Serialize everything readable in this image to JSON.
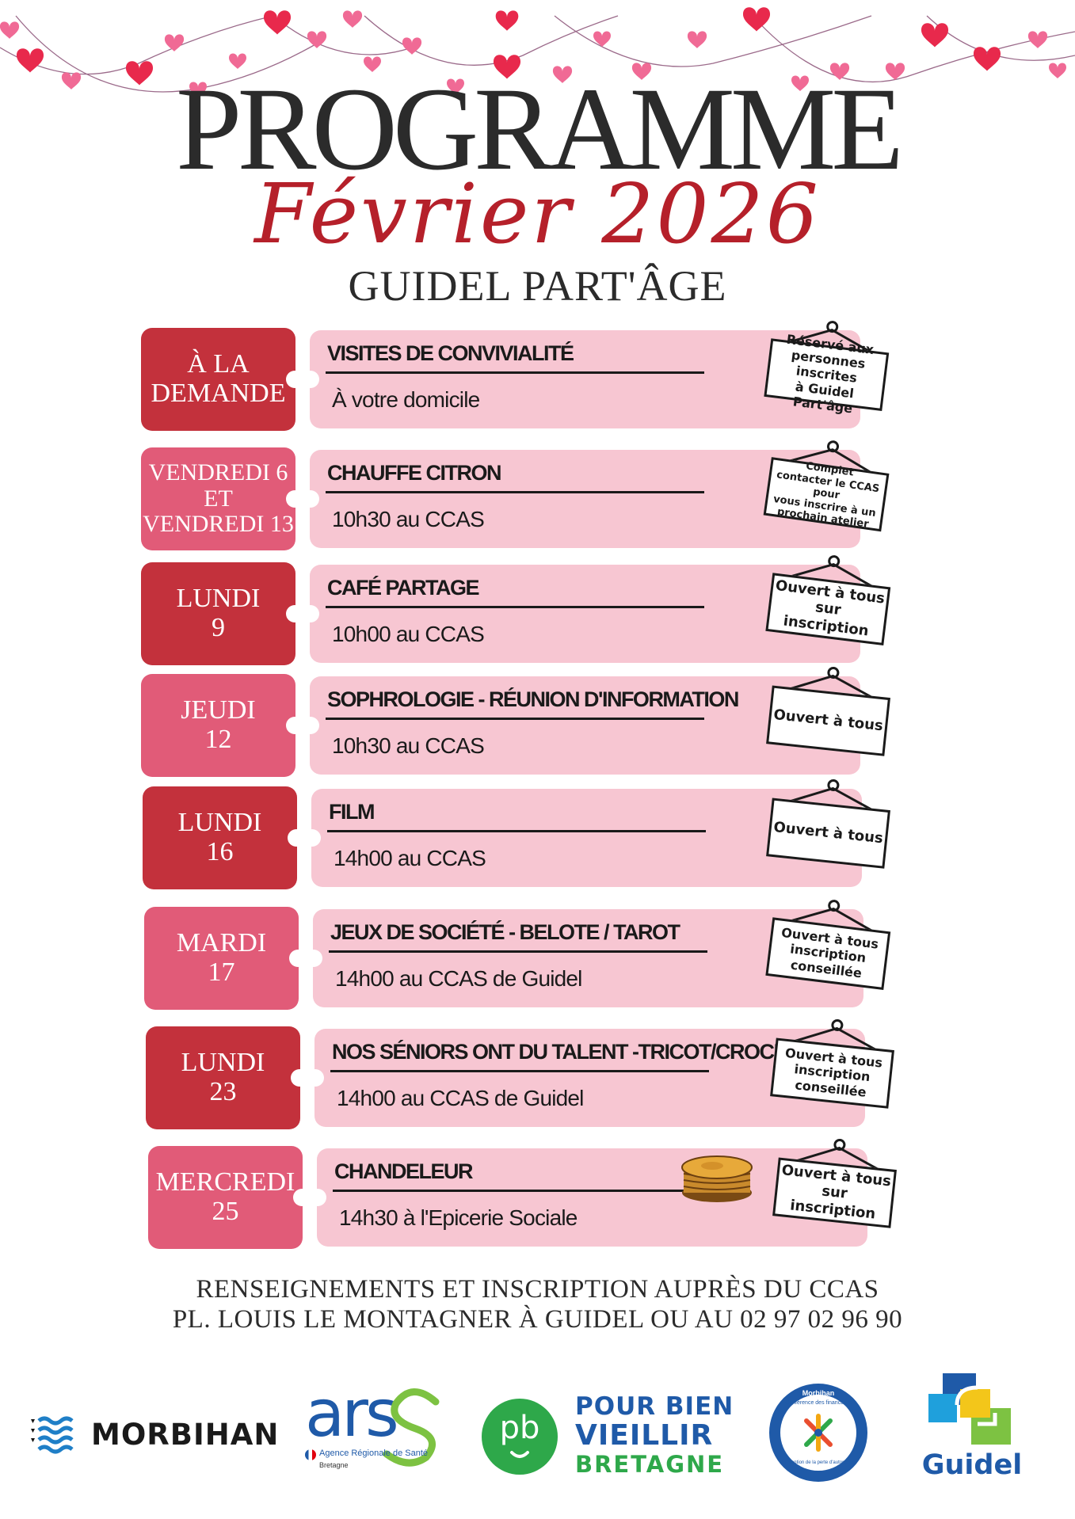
{
  "header": {
    "title": "PROGRAMME",
    "month": "Février 2026",
    "organizer": "GUIDEL PART'ÂGE"
  },
  "colors": {
    "dark_red": "#c3313c",
    "pink": "#e15b78",
    "light_pink": "#f7c6d2",
    "script_red": "#b5202a"
  },
  "events": [
    {
      "date": "À LA\nDEMANDE",
      "title": "VISITES DE CONVIVIALITÉ",
      "when": "À votre domicile",
      "badge": "Réservé aux\npersonnes inscrites\nà Guidel Part'âge"
    },
    {
      "date": "VENDREDI 6\nET\nVENDREDI 13",
      "title": "CHAUFFE CITRON",
      "when": "10h30 au CCAS",
      "badge": "Complet\ncontacter le CCAS pour\nvous inscrire à un\nprochain atelier"
    },
    {
      "date": "LUNDI\n9",
      "title": "CAFÉ PARTAGE",
      "when": "10h00 au CCAS",
      "badge": "Ouvert à tous\nsur inscription"
    },
    {
      "date": "JEUDI\n12",
      "title": "SOPHROLOGIE - RÉUNION D'INFORMATION",
      "when": "10h30 au CCAS",
      "badge": "Ouvert à tous"
    },
    {
      "date": "LUNDI\n16",
      "title": "FILM",
      "when": "14h00 au CCAS",
      "badge": "Ouvert à tous"
    },
    {
      "date": "MARDI\n17",
      "title": "JEUX DE SOCIÉTÉ - BELOTE / TAROT",
      "when": "14h00 au CCAS de Guidel",
      "badge": "Ouvert à tous\ninscription\nconseillée"
    },
    {
      "date": "LUNDI\n23",
      "title": "NOS SÉNIORS ONT DU TALENT -TRICOT/CROCHET",
      "when": "14h00 au CCAS de Guidel",
      "badge": "Ouvert à tous\ninscription\nconseillée"
    },
    {
      "date": "MERCREDI\n25",
      "title": "CHANDELEUR",
      "when": "14h30 à l'Epicerie Sociale",
      "badge": "Ouvert à tous\nsur inscription"
    }
  ],
  "footer": {
    "line1": "RENSEIGNEMENTS ET INSCRIPTION AUPRÈS DU CCAS",
    "line2": "PL. LOUIS LE MONTAGNER À GUIDEL OU AU 02 97 02 96 90"
  },
  "partners": {
    "morbihan": "MORBIHAN",
    "ars": "ars",
    "ars_sub": "Agence Régionale de Santé",
    "ars_region": "Bretagne",
    "pbvb_line1": "POUR BIEN",
    "pbvb_line2": "VIEILLIR",
    "pbvb_line3": "BRETAGNE",
    "pbvb_badge": "pb",
    "cfppa_top": "Morbihan",
    "cfppa_text": "Conférence des financeurs",
    "cfppa_bottom": "Prévention de la perte d'autonomie",
    "guidel": "Guidel"
  }
}
